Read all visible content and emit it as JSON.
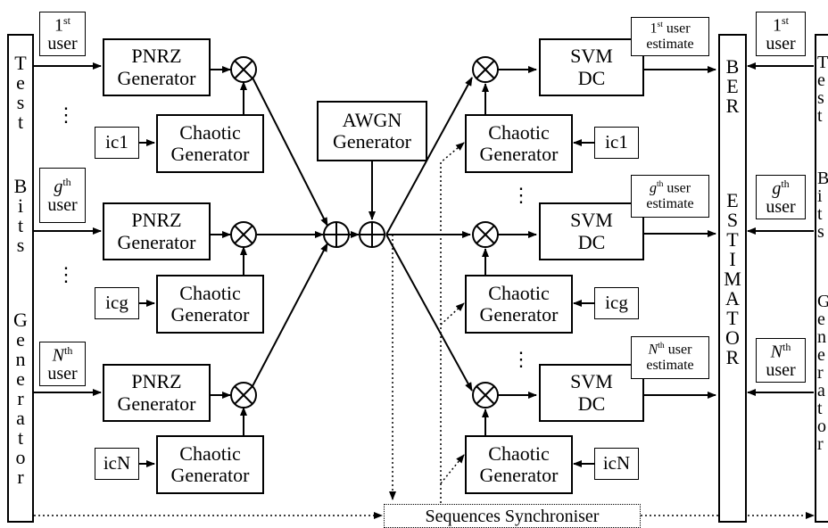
{
  "left_bar": {
    "letters": [
      "T",
      "e",
      "s",
      "t",
      "",
      "B",
      "i",
      "t",
      "s",
      "",
      "G",
      "e",
      "n",
      "e",
      "r",
      "a",
      "t",
      "o",
      "r"
    ]
  },
  "right_bar": {
    "letters": [
      "B",
      "E",
      "R",
      "",
      "E",
      "S",
      "T",
      "I",
      "M",
      "A",
      "T",
      "O",
      "R"
    ]
  },
  "far_right_bar": {
    "letters": [
      "T",
      "e",
      "s",
      "t",
      "",
      "B",
      "i",
      "t",
      "s",
      "",
      "G",
      "e",
      "n",
      "e",
      "r",
      "a",
      "t",
      "o",
      "r"
    ]
  },
  "users": [
    {
      "index": "1",
      "sup": "st",
      "word": "user",
      "ic": "ic1",
      "est_word": "user estimate"
    },
    {
      "index": "g",
      "sup": "th",
      "word": "user",
      "ic": "icg",
      "est_word": "user estimate"
    },
    {
      "index": "N",
      "sup": "th",
      "word": "user",
      "ic": "icN",
      "est_word": "user estimate"
    }
  ],
  "pnrz": {
    "line1": "PNRZ",
    "line2": "Generator"
  },
  "chaotic": {
    "line1": "Chaotic",
    "line2": "Generator"
  },
  "awgn": {
    "line1": "AWGN",
    "line2": "Generator"
  },
  "svm": {
    "line1": "SVM",
    "line2": "DC"
  },
  "sync_label": "Sequences Synchroniser",
  "ellipsis": "⋮"
}
